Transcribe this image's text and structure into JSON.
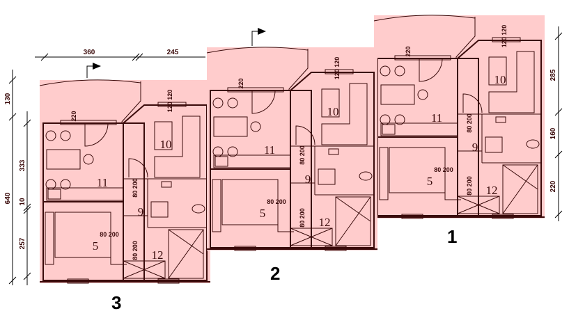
{
  "colors": {
    "fill": "#ffcccc",
    "wall": "#3a0a0a",
    "dim": "#000000"
  },
  "dimensions": {
    "top": [
      "360",
      "245"
    ],
    "left_outer": [
      "130",
      "640"
    ],
    "left_inner": [
      "333",
      "10",
      "257"
    ],
    "right": [
      "285",
      "160",
      "220"
    ]
  },
  "rooms": [
    "11",
    "10",
    "9",
    "5",
    "12"
  ],
  "door_labels": {
    "kitchen_window": "220",
    "living_window": "120 120",
    "hall_door_top": "80 200",
    "hall_door_bottom": "80 200",
    "bedroom_door": "80 200"
  },
  "units": [
    {
      "label": "3"
    },
    {
      "label": "2"
    },
    {
      "label": "1"
    }
  ]
}
